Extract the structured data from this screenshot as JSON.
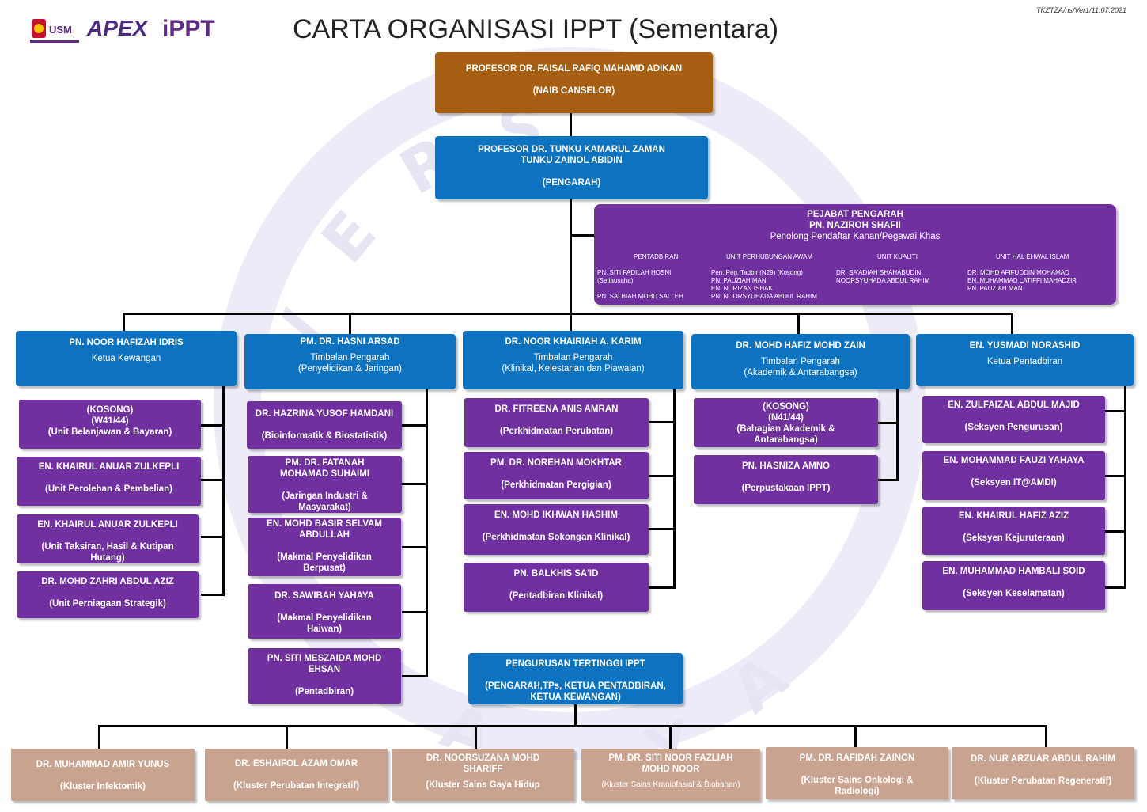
{
  "header": {
    "title": "CARTA ORGANISASI IPPT (Sementara)",
    "ref": "TKZTZA/ns/Ver1/11.07.2021",
    "logo_usm": "USM",
    "logo_apex": "APEX",
    "logo_ippt": "iPPT"
  },
  "vc": {
    "name": "PROFESOR DR. FAISAL RAFIQ MAHAMD ADIKAN",
    "role": "(NAIB CANSELOR)"
  },
  "director": {
    "name": "PROFESOR DR. TUNKU KAMARUL ZAMAN\nTUNKU ZAINOL ABIDIN",
    "role": "(PENGARAH)"
  },
  "office": {
    "title": "PEJABAT PENGARAH",
    "head": "PN. NAZIROH SHAFII",
    "head_role": "Penolong Pendaftar Kanan/Pegawai Khas",
    "columns": [
      {
        "heading": "PENTADBIRAN",
        "lines": [
          "PN. SITI FADILAH HOSNI",
          "(Setiausaha)",
          "",
          "PN. SALBIAH MOHD SALLEH"
        ]
      },
      {
        "heading": "UNIT PERHUBUNGAN AWAM",
        "lines": [
          "Pen. Peg. Tadbir (N29) (Kosong)",
          "PN. PAUZIAH MAN",
          "EN. NORIZAN ISHAK",
          "PN. NOORSYUHADA ABDUL RAHIM"
        ]
      },
      {
        "heading": "UNIT KUALITI",
        "lines": [
          "DR. SA'ADIAH SHAHABUDIN",
          "NOORSYUHADA ABDUL RAHIM"
        ]
      },
      {
        "heading": "UNIT HAL EHWAL ISLAM",
        "lines": [
          "DR. MOHD AFIFUDDIN MOHAMAD",
          "EN. MUHAMMAD LATIFFI MAHADZIR",
          "PN. PAUZIAH MAN"
        ]
      }
    ]
  },
  "heads": [
    {
      "name": "PN. NOOR HAFIZAH IDRIS",
      "role": "Ketua Kewangan"
    },
    {
      "name": "PM. DR. HASNI ARSAD",
      "role": "Timbalan Pengarah\n(Penyelidikan & Jaringan)"
    },
    {
      "name": "DR. NOOR KHAIRIAH A. KARIM",
      "role": "Timbalan Pengarah\n(Klinikal, Kelestarian dan Piawaian)"
    },
    {
      "name": "DR. MOHD HAFIZ MOHD ZAIN",
      "role": "Timbalan Pengarah\n(Akademik & Antarabangsa)"
    },
    {
      "name": "EN. YUSMADI NORASHID",
      "role": "Ketua Pentadbiran"
    }
  ],
  "col1": [
    {
      "name": "(KOSONG)\n(W41/44)",
      "role": "(Unit Belanjawan & Bayaran)"
    },
    {
      "name": "EN. KHAIRUL ANUAR ZULKEPLI",
      "role": "(Unit Perolehan & Pembelian)"
    },
    {
      "name": "EN. KHAIRUL ANUAR ZULKEPLI",
      "role": "(Unit Taksiran, Hasil & Kutipan\nHutang)"
    },
    {
      "name": "DR. MOHD ZAHRI ABDUL AZIZ",
      "role": "(Unit Perniagaan Strategik)"
    }
  ],
  "col2": [
    {
      "name": "DR. HAZRINA YUSOF HAMDANI",
      "role": "(Bioinformatik & Biostatistik)"
    },
    {
      "name": "PM. DR. FATANAH\nMOHAMAD SUHAIMI",
      "role": "(Jaringan Industri &\nMasyarakat)"
    },
    {
      "name": "EN. MOHD BASIR SELVAM\nABDULLAH",
      "role": "(Makmal Penyelidikan\nBerpusat)"
    },
    {
      "name": "DR. SAWIBAH YAHAYA",
      "role": "(Makmal Penyelidikan\nHaiwan)"
    },
    {
      "name": "PN. SITI MESZAIDA MOHD\nEHSAN",
      "role": "(Pentadbiran)"
    }
  ],
  "col3": [
    {
      "name": "DR. FITREENA ANIS AMRAN",
      "role": "(Perkhidmatan Perubatan)"
    },
    {
      "name": "PM. DR. NOREHAN MOKHTAR",
      "role": "(Perkhidmatan Pergigian)"
    },
    {
      "name": "EN. MOHD IKHWAN HASHIM",
      "role": "(Perkhidmatan Sokongan Klinikal)"
    },
    {
      "name": "PN. BALKHIS SA'ID",
      "role": "(Pentadbiran Klinikal)"
    }
  ],
  "col4": [
    {
      "name": "(KOSONG)\n(N41/44)",
      "role": "(Bahagian Akademik &\nAntarabangsa)"
    },
    {
      "name": "PN. HASNIZA AMNO",
      "role": "(Perpustakaan IPPT)"
    }
  ],
  "col5": [
    {
      "name": "EN. ZULFAIZAL ABDUL MAJID",
      "role": "(Seksyen Pengurusan)"
    },
    {
      "name": "EN. MOHAMMAD FAUZI YAHAYA",
      "role": "(Seksyen IT@AMDI)"
    },
    {
      "name": "EN. KHAIRUL HAFIZ AZIZ",
      "role": "(Seksyen Kejuruteraan)"
    },
    {
      "name": "EN. MUHAMMAD HAMBALI SOID",
      "role": "(Seksyen Keselamatan)"
    }
  ],
  "top_mgmt": {
    "name": "PENGURUSAN TERTINGGI IPPT",
    "role": "(PENGARAH,TPs, KETUA PENTADBIRAN,\nKETUA KEWANGAN)"
  },
  "clusters": [
    {
      "name": "DR. MUHAMMAD AMIR YUNUS",
      "role": "(Kluster Infektomik)"
    },
    {
      "name": "DR. ESHAIFOL AZAM OMAR",
      "role": "(Kluster Perubatan Integratif)"
    },
    {
      "name": "DR. NOORSUZANA MOHD\nSHARIFF",
      "role": "(Kluster Sains Gaya Hidup"
    },
    {
      "name": "PM. DR. SITI NOOR FAZLIAH\nMOHD NOOR",
      "role": "(Kluster Sains Kraniofasial & Biobahan)"
    },
    {
      "name": "PM. DR. RAFIDAH ZAINON",
      "role": "(Kluster Sains Onkologi &\nRadiologi)"
    },
    {
      "name": "DR. NUR ARZUAR ABDUL RAHIM",
      "role": "(Kluster Perubatan Regeneratif)"
    }
  ],
  "watermark": {
    "letters": [
      "U",
      "N",
      "I",
      "V",
      "E",
      "R",
      "S",
      "I",
      "T",
      "I",
      "S",
      "A",
      "I",
      "N",
      "S",
      "M",
      "A",
      "L",
      "A",
      "Y",
      "S",
      "I",
      "A"
    ]
  },
  "colors": {
    "orange": "#a55e12",
    "blue": "#0d72c0",
    "purple": "#7030a0",
    "tan": "#c8a390"
  }
}
